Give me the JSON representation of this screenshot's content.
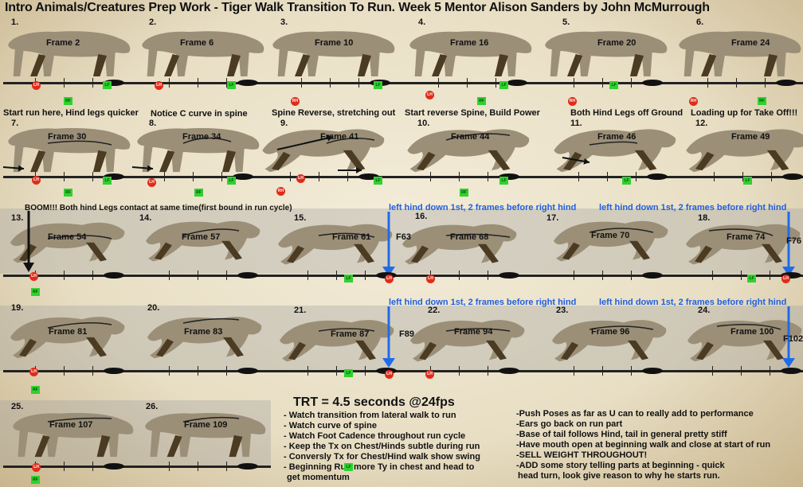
{
  "title": "Intro Animals/Creatures Prep Work - Tiger Walk Transition To Run.  Week 5 Mentor Alison Sanders by John McMurrough",
  "cells": [
    {
      "num": "1.",
      "frame": "Frame 2"
    },
    {
      "num": "2.",
      "frame": "Frame 6"
    },
    {
      "num": "3.",
      "frame": "Frame 10"
    },
    {
      "num": "4.",
      "frame": "Frame 16"
    },
    {
      "num": "5.",
      "frame": "Frame 20"
    },
    {
      "num": "6.",
      "frame": "Frame 24"
    },
    {
      "num": "7.",
      "frame": "Frame 30"
    },
    {
      "num": "8.",
      "frame": "Frame 34"
    },
    {
      "num": "9.",
      "frame": "Frame 41"
    },
    {
      "num": "10.",
      "frame": "Frame 44"
    },
    {
      "num": "11.",
      "frame": "Frame 46"
    },
    {
      "num": "12.",
      "frame": "Frame 49"
    },
    {
      "num": "13.",
      "frame": "Frame 54"
    },
    {
      "num": "14.",
      "frame": "Frame 57"
    },
    {
      "num": "15.",
      "frame": "Frame 61"
    },
    {
      "num": "16.",
      "frame": "Frame 68"
    },
    {
      "num": "17.",
      "frame": "Frame 70"
    },
    {
      "num": "18.",
      "frame": "Frame 74"
    },
    {
      "num": "19.",
      "frame": "Frame 81"
    },
    {
      "num": "20.",
      "frame": "Frame 83"
    },
    {
      "num": "21.",
      "frame": "Frame 87"
    },
    {
      "num": "22.",
      "frame": "Frame 94"
    },
    {
      "num": "23.",
      "frame": "Frame 96"
    },
    {
      "num": "24.",
      "frame": "Frame 100"
    },
    {
      "num": "25.",
      "frame": "Frame 107"
    },
    {
      "num": "26.",
      "frame": "Frame 109"
    }
  ],
  "notes": {
    "n7": "Start run here, Hind legs quicker",
    "n8": "Notice C curve in spine",
    "n9": "Spine Reverse, stretching out",
    "n10": "Start reverse Spine, Build Power",
    "n11": "Both Hind Legs off Ground",
    "n12": "Loading up for Take Off!!!",
    "n13": "BOOM!!! Both hind Legs contact at same time(first bound in run cycle)",
    "blue": "left hind down 1st, 2 frames before right hind"
  },
  "extras": {
    "f63": "F63",
    "f76": "F76",
    "f89": "F89",
    "f102": "F102"
  },
  "markers": {
    "lh": "LH",
    "lf": "LF",
    "rh": "RH",
    "rf": "RF"
  },
  "trt": "TRT = 4.5 seconds @24fps",
  "left_bullets": [
    "- Watch transition from lateral walk to run",
    "- Watch curve of spine",
    "- Watch Foot Cadence throughout run cycle",
    "- Keep the Tx on Chest/Hinds subtle during run",
    "- Conversly Tx for Chest/Hind walk show swing",
    "- Beginning Run more Ty in chest and head to",
    "get momentum"
  ],
  "right_bullets": [
    "-Push Poses as far as U can to really add to performance",
    "-Ears go back on run part",
    "-Base of tail follows Hind, tail in general pretty stiff",
    "-Have mouth open at beginning walk and close at start of run",
    "-SELL WEIGHT THROUGHOUT!",
    "-ADD some story telling parts at beginning - quick",
    "head turn, look give reason to why he starts run."
  ],
  "colors": {
    "cat": "#9c8f78",
    "shadow": "#4a3b22",
    "blue": "#1f6be8",
    "red": "#e02b1a",
    "green": "#2fd12f"
  }
}
